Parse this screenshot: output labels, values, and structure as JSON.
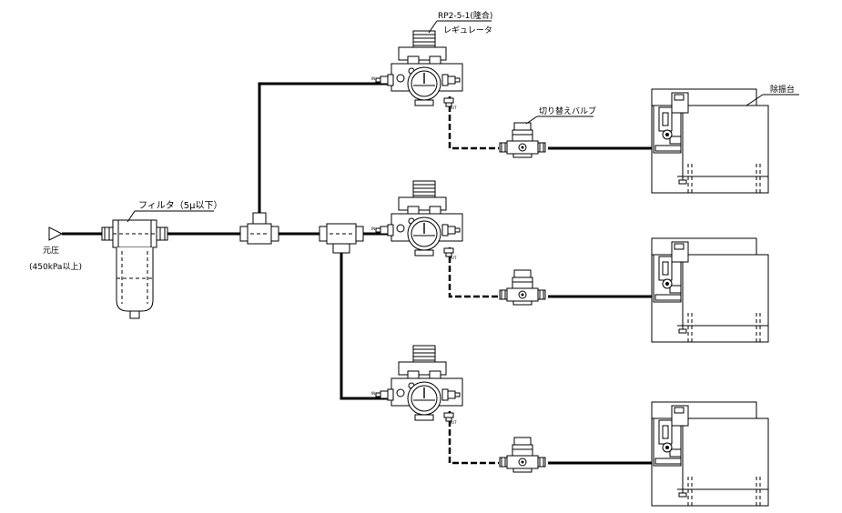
{
  "labels": {
    "source": "元圧",
    "source_pressure": "(450kPa以上)",
    "filter": "フィルタ（5μ以下）",
    "regulator_model": "RP2-5-1(隆合)",
    "regulator": "レギュレータ",
    "switch_valve": "切り替えバルブ",
    "table": "除振台"
  },
  "colors": {
    "line": "#000000",
    "background": "#ffffff"
  },
  "icons": {
    "source": "triangle-arrow-icon",
    "filter": "filter-icon",
    "regulator": "regulator-icon",
    "valve": "switch-valve-icon",
    "table": "vibration-isolation-table-icon"
  }
}
